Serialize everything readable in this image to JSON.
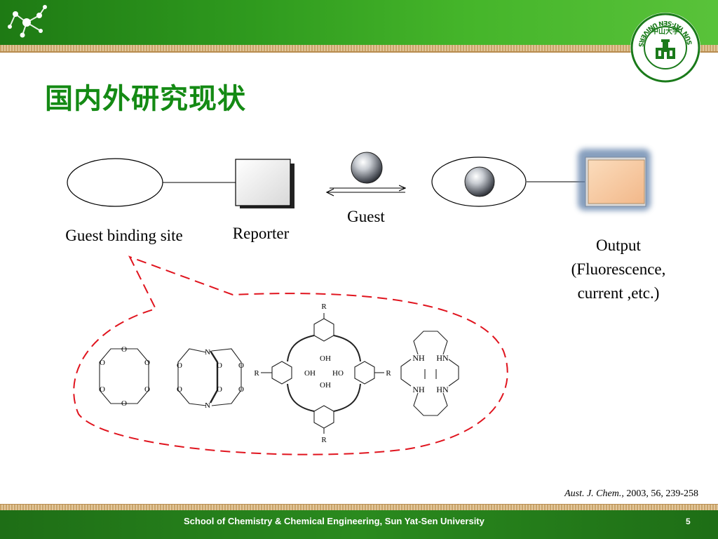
{
  "slide": {
    "title": "国内外研究现状",
    "seal_text": "SUN YAT-SEN UNIVERSITY",
    "seal_chinese": "中山大学"
  },
  "diagram": {
    "label_binding_site": "Guest binding site",
    "label_reporter": "Reporter",
    "label_guest": "Guest",
    "output_lines": [
      "Output",
      "(Fluorescence,",
      "current ,etc.)"
    ],
    "structures": {
      "crown_atom": "O",
      "cryptand_n": "N",
      "cryptand_o": "O",
      "calix_r": "R",
      "calix_oh": "OH",
      "calix_ho": "HO",
      "cyclam_nh": "NH",
      "cyclam_hn": "HN"
    }
  },
  "citation": {
    "journal": "Aust. J. Chem.,",
    "details": " 2003, 56, 239-258"
  },
  "footer": {
    "institution": "School of Chemistry & Chemical Engineering, Sun Yat-Sen University",
    "page": "5"
  },
  "colors": {
    "header_green": "#2f9a1e",
    "title_green": "#148a14",
    "accent_red": "#e0141e",
    "output_fill": "#f7c9a0"
  }
}
